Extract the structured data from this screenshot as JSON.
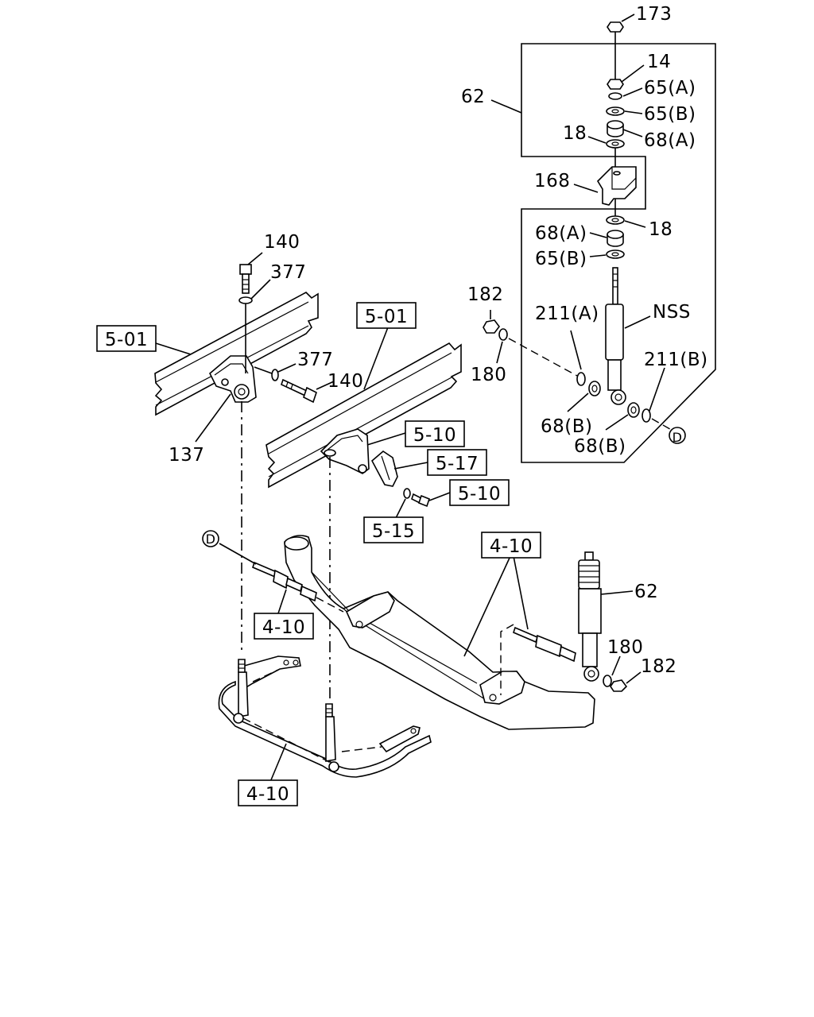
{
  "labels": {
    "n173": "173",
    "n14": "14",
    "n65a_top": "65(A)",
    "n65b_top": "65(B)",
    "n18_top": "18",
    "n68a_top": "68(A)",
    "n62_group": "62",
    "n168": "168",
    "n68a_mid": "68(A)",
    "n18_mid": "18",
    "n65b_mid": "65(B)",
    "n182_top": "182",
    "n211a": "211(A)",
    "nNSS": "NSS",
    "n180_top": "180",
    "n211b": "211(B)",
    "n68b_left": "68(B)",
    "n68b_right": "68(B)",
    "nD_right": "D",
    "n140_top": "140",
    "n377_top": "377",
    "n377_mid": "377",
    "n140_mid": "140",
    "n137": "137",
    "nD_left": "D",
    "n62_shock": "62",
    "n180_bot": "180",
    "n182_bot": "182"
  },
  "references": {
    "r501_left": "5-01",
    "r501_right": "5-01",
    "r510_top": "5-10",
    "r517": "5-17",
    "r510_bot": "5-10",
    "r515": "5-15",
    "r410_right": "4-10",
    "r410_mid": "4-10",
    "r410_bot": "4-10"
  }
}
